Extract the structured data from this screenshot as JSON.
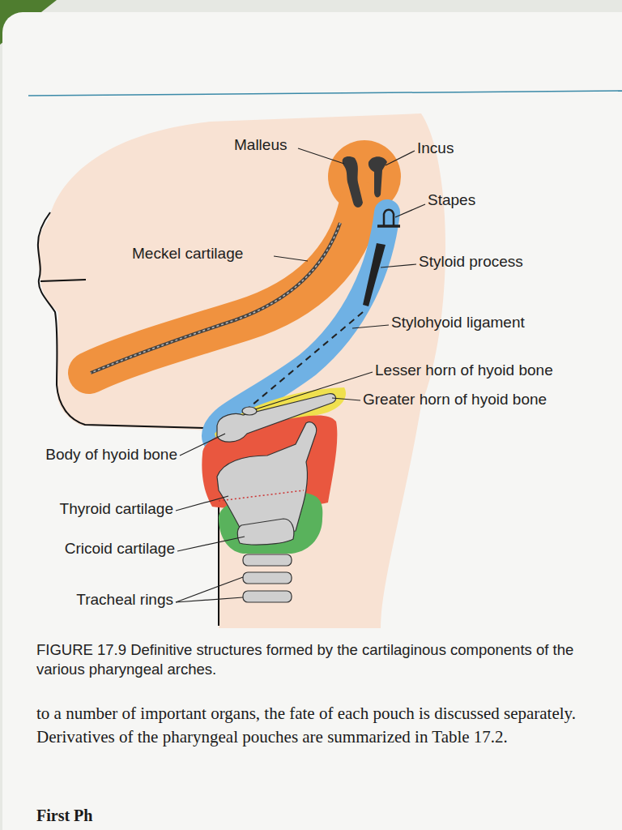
{
  "diagram": {
    "caption": "FIGURE 17.9 Definitive structures formed by the cartilaginous components of the various pharyngeal arches.",
    "labels": [
      "Malleus",
      "Incus",
      "Stapes",
      "Meckel cartilage",
      "Styloid process",
      "Stylohyoid ligament",
      "Lesser horn of hyoid bone",
      "Greater horn of hyoid bone",
      "Body of hyoid bone",
      "Thyroid cartilage",
      "Cricoid cartilage",
      "Tracheal rings",
      "to a number of important organs, the fate of each pouch is discussed separately. Derivatives of the pharyngeal pouches are summarized in Table 17.2.",
      "First Ph"
    ]
  }
}
